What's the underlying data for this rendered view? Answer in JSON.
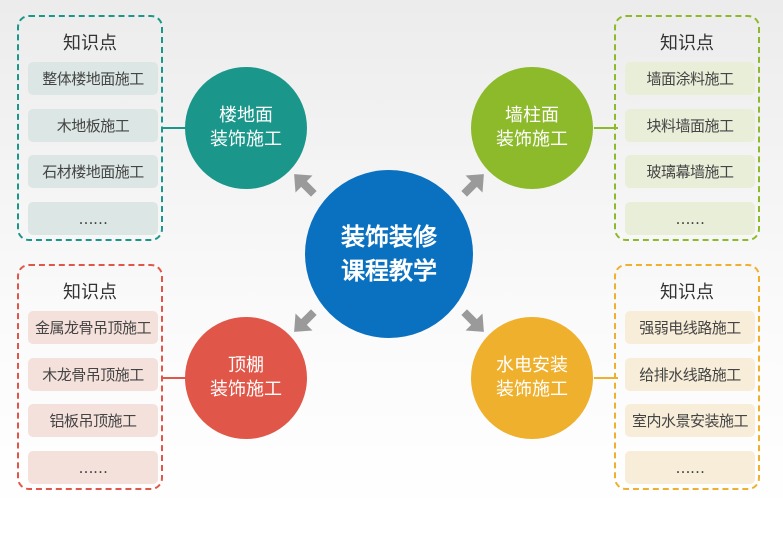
{
  "center": {
    "line1": "装饰装修",
    "line2": "课程教学",
    "color": "#0a70c0"
  },
  "topics": [
    {
      "name_line1": "楼地面",
      "name_line2": "装饰施工",
      "color": "#1a978a",
      "item_bg": "#dce7e5",
      "box_title": "知识点",
      "items": [
        "整体楼地面施工",
        "木地板施工",
        "石材楼地面施工",
        "……"
      ]
    },
    {
      "name_line1": "墙柱面",
      "name_line2": "装饰施工",
      "color": "#8cba2a",
      "item_bg": "#e9eed9",
      "box_title": "知识点",
      "items": [
        "墙面涂料施工",
        "块料墙面施工",
        "玻璃幕墙施工",
        "……"
      ]
    },
    {
      "name_line1": "顶棚",
      "name_line2": "装饰施工",
      "color": "#e0574a",
      "item_bg": "#f5e1db",
      "box_title": "知识点",
      "items": [
        "金属龙骨吊顶施工",
        "木龙骨吊顶施工",
        "铝板吊顶施工",
        "……"
      ]
    },
    {
      "name_line1": "水电安装",
      "name_line2": "装饰施工",
      "color": "#eeb02d",
      "item_bg": "#f7edd9",
      "box_title": "知识点",
      "items": [
        "强弱电线路施工",
        "给排水线路施工",
        "室内水景安装施工",
        "……"
      ]
    }
  ],
  "arrow_color": "#9a9a9a"
}
